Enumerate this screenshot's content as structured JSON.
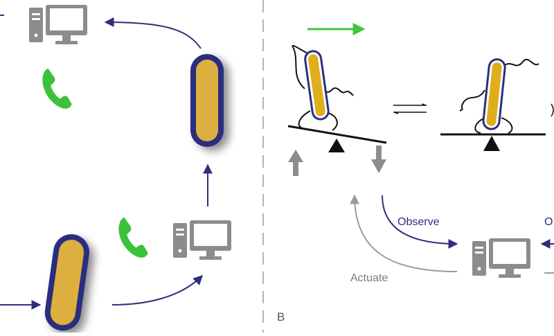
{
  "panel_b": {
    "label": "B",
    "observe_label": "Observe",
    "observe_label_cut": "O",
    "actuate_label": "Actuate"
  },
  "colors": {
    "bacterium_fill": "#e0ae1c",
    "bacterium_outline": "#2b2f7e",
    "phone": "#3cc13c",
    "computer": "#8c8c8c",
    "arrow_navy": "#2e2e80",
    "arrow_gray": "#9a9a9a",
    "motion_arrow": "#3ec43e",
    "divider": "#b4b4b4",
    "seesaw": "#111111"
  },
  "icons": {
    "computer": "computer-icon",
    "phone": "phone-handset-icon",
    "bacterium": "bacterium-cell"
  }
}
